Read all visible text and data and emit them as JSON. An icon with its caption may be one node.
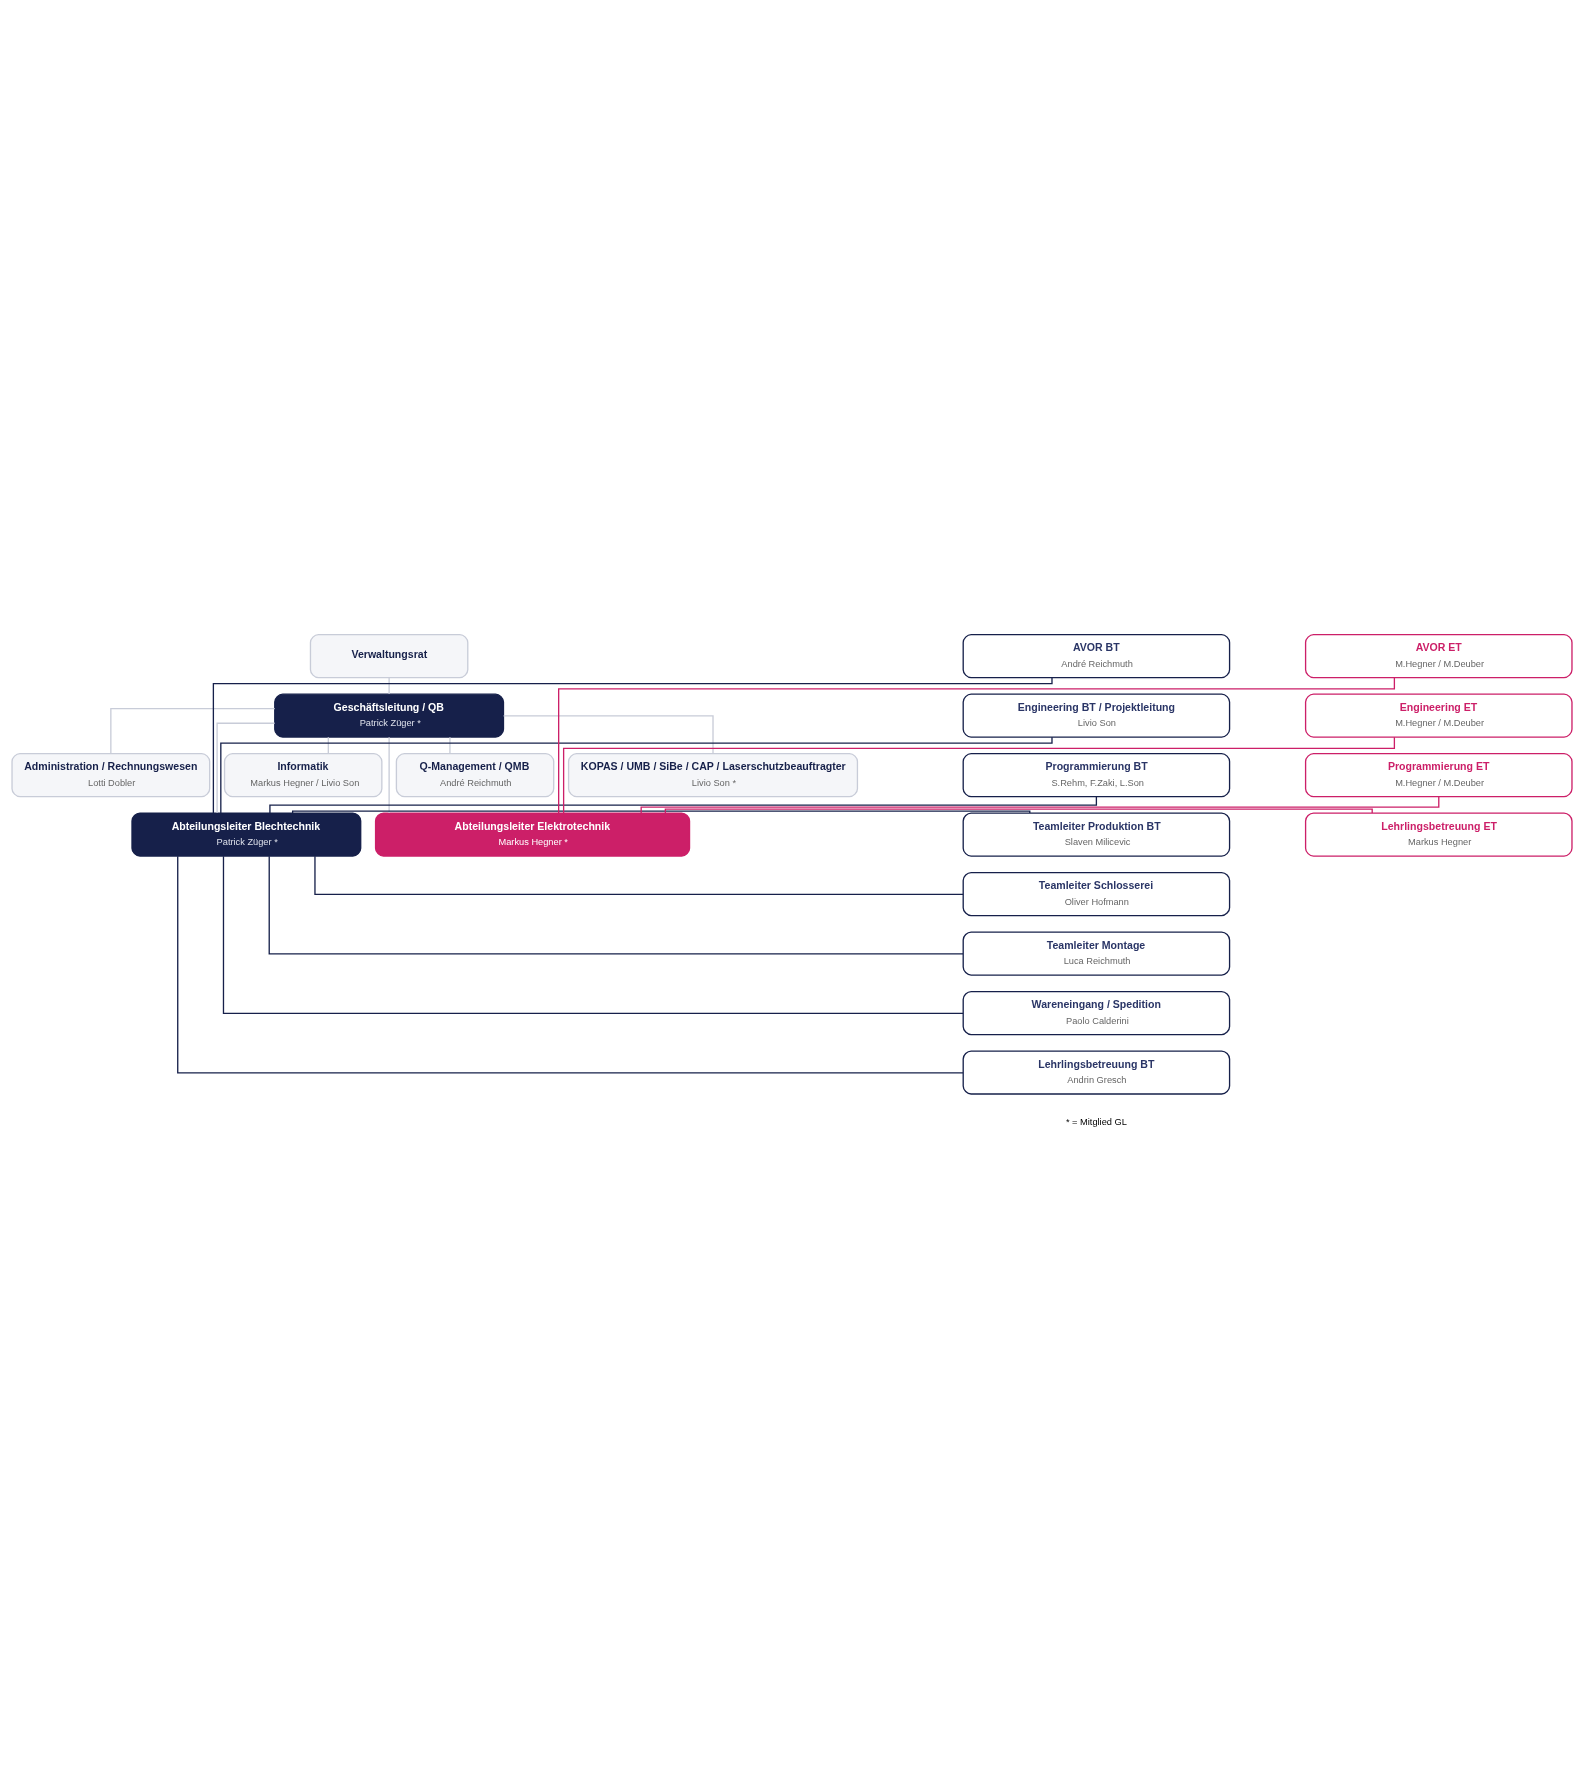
{
  "diagram": {
    "nodes": [
      {
        "text": [
          "Verwaltungsrat"
        ]
      },
      {
        "text": [
          "Geschäftsleitung / QB",
          "Patrick Züger *"
        ]
      },
      {
        "text": [
          "Q-Management / QMB",
          "André Reichmuth"
        ]
      },
      {
        "text": [
          "KOPAS / UMB / SiBe / CAP / Laserschutzbeauftragter",
          "Livio Son *"
        ]
      },
      {
        "text": [
          "Administration / Rechnungswesen",
          "Lotti Dobler"
        ]
      },
      {
        "text": [
          "Informatik",
          "Markus Hegner / Livio Son"
        ]
      },
      {
        "text": [
          "Abteilungsleiter Blechtechnik",
          "Patrick Züger *"
        ]
      },
      {
        "text": [
          "Abteilungsleiter Elektrotechnik",
          "Markus Hegner *"
        ]
      },
      {
        "text": [
          "AVOR BT",
          "André Reichmuth"
        ]
      },
      {
        "text": [
          "Engineering BT / Projektleitung",
          "Livio Son"
        ]
      },
      {
        "text": [
          "Programmierung BT",
          "S.Rehm, F.Zaki, L.Son"
        ]
      },
      {
        "text": [
          "Teamleiter Produktion BT",
          "Slaven Milicevic"
        ]
      },
      {
        "text": [
          "Teamleiter Schlosserei",
          "Oliver Hofmann"
        ]
      },
      {
        "text": [
          "Teamleiter Montage",
          "Luca Reichmuth"
        ]
      },
      {
        "text": [
          "Wareneingang / Spedition",
          "Paolo Calderini"
        ]
      },
      {
        "text": [
          "Lehrlingsbetreuung BT",
          "Andrin Gresch"
        ]
      },
      {
        "text": [
          "AVOR ET",
          "M.Hegner / M.Deuber"
        ]
      },
      {
        "text": [
          "Engineering ET",
          "M.Hegner / M.Deuber"
        ]
      },
      {
        "text": [
          "Programmierung ET",
          "M.Hegner / M.Deuber"
        ]
      },
      {
        "text": [
          "Lehrlingsbetreuung ET",
          "Markus Hegner"
        ]
      }
    ],
    "edges": [
      {
        "from": 0,
        "to": 1,
        "arrow": "none",
        "color": "#c8ccd8"
      },
      {
        "from": 1,
        "to": 2,
        "arrow": "none",
        "color": "#c8ccd8"
      },
      {
        "from": 1,
        "to": 3,
        "arrow": "none",
        "color": "#c8ccd8"
      },
      {
        "from": 1,
        "to": 4,
        "arrow": "none",
        "color": "#c8ccd8"
      },
      {
        "from": 1,
        "to": 5,
        "arrow": "none",
        "color": "#c8ccd8"
      },
      {
        "from": 1,
        "to": 6,
        "arrow": "none",
        "color": "#c8ccd8"
      },
      {
        "from": 1,
        "to": 7,
        "arrow": "none",
        "color": "#c8ccd8"
      },
      {
        "from": 6,
        "to": 8,
        "arrow": "none"
      },
      {
        "from": 6,
        "to": 9,
        "arrow": "none"
      },
      {
        "from": 6,
        "to": 10,
        "arrow": "none"
      },
      {
        "from": 6,
        "to": 11,
        "arrow": "none"
      },
      {
        "from": 6,
        "to": 12,
        "arrow": "none"
      },
      {
        "from": 6,
        "to": 13,
        "arrow": "none"
      },
      {
        "from": 6,
        "to": 14,
        "arrow": "none"
      },
      {
        "from": 6,
        "to": 15,
        "arrow": "none"
      },
      {
        "from": 7,
        "to": 16,
        "arrow": "none",
        "color": "#cc1f68"
      },
      {
        "from": 7,
        "to": 17,
        "arrow": "none",
        "color": "#cc1f68"
      },
      {
        "from": 7,
        "to": 18,
        "arrow": "none",
        "color": "#cc1f68"
      },
      {
        "from": 7,
        "to": 19,
        "arrow": "none",
        "color": "#cc1f68"
      }
    ],
    "labels": [
      "* = Mitglied GL"
    ]
  }
}
